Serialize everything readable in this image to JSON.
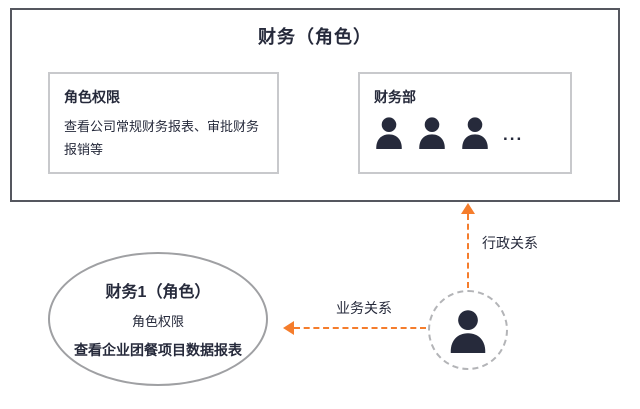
{
  "colors": {
    "text_dark": "#262a3b",
    "accent_orange": "#f57d2c",
    "outer_border": "#55575f",
    "inner_border": "#c8c9cc",
    "ellipse_border": "#9fa0a3",
    "circle_border": "#b3b4b7"
  },
  "top_box": {
    "title": "财务（角色）",
    "permissions_box": {
      "title": "角色权限",
      "description": "查看公司常规财务报表、审批财务报销等"
    },
    "department_box": {
      "title": "财务部",
      "member_icon": "person-icon",
      "member_count": 3,
      "ellipsis": "..."
    }
  },
  "role_ellipse": {
    "title": "财务1（角色）",
    "subtitle": "角色权限",
    "description": "查看企业团餐项目数据报表"
  },
  "person_node": {
    "icon": "person-icon"
  },
  "relations": {
    "administrative": "行政关系",
    "business": "业务关系"
  }
}
